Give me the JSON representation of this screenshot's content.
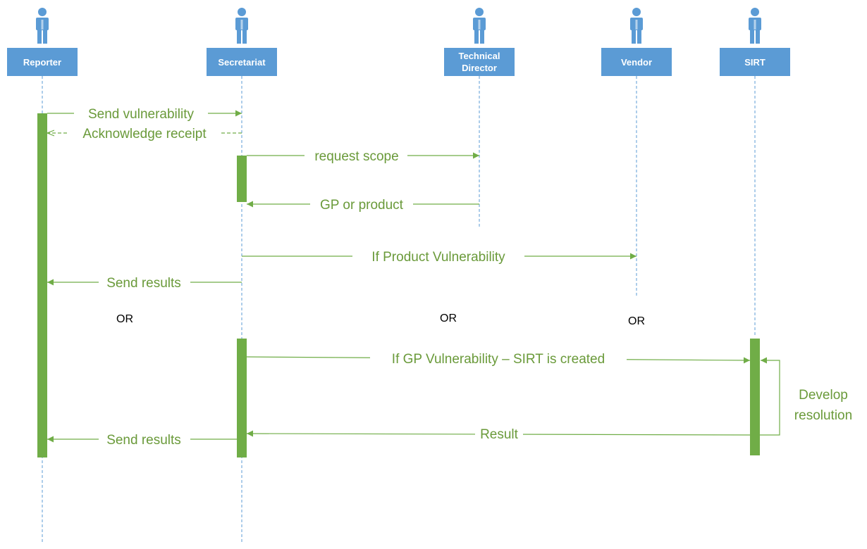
{
  "colors": {
    "actor_fill": "#5b9bd5",
    "actor_text": "#ffffff",
    "lifeline": "#5b9bd5",
    "activation": "#70ad47",
    "message": "#70ad47",
    "message_text": "#6a9a3a",
    "or_text": "#000000"
  },
  "actors": [
    {
      "id": "reporter",
      "label": "Reporter",
      "icon": "person-icon"
    },
    {
      "id": "secretariat",
      "label": "Secretariat",
      "icon": "person-icon"
    },
    {
      "id": "technical-director",
      "label": "Technical Director",
      "label_lines": [
        "Technical",
        "Director"
      ],
      "icon": "person-icon"
    },
    {
      "id": "vendor",
      "label": "Vendor",
      "icon": "person-icon"
    },
    {
      "id": "sirt",
      "label": "SIRT",
      "icon": "person-icon"
    }
  ],
  "messages": [
    {
      "id": "send-vulnerability",
      "from": "reporter",
      "to": "secretariat",
      "label": "Send vulnerability",
      "style": "solid"
    },
    {
      "id": "acknowledge-receipt",
      "from": "secretariat",
      "to": "reporter",
      "label": "Acknowledge receipt",
      "style": "dashed"
    },
    {
      "id": "request-scope",
      "from": "secretariat",
      "to": "technical-director",
      "label": "request scope",
      "style": "solid"
    },
    {
      "id": "gp-or-product",
      "from": "technical-director",
      "to": "secretariat",
      "label": "GP or product",
      "style": "solid"
    },
    {
      "id": "if-product-vulnerability",
      "from": "secretariat",
      "to": "vendor",
      "label": "If Product Vulnerability",
      "style": "solid"
    },
    {
      "id": "send-results-1",
      "from": "secretariat",
      "to": "reporter",
      "label": "Send results",
      "style": "solid"
    },
    {
      "id": "if-gp-vulnerability",
      "from": "secretariat",
      "to": "sirt",
      "label": "If GP Vulnerability – SIRT is created",
      "style": "solid"
    },
    {
      "id": "result",
      "from": "sirt",
      "to": "secretariat",
      "label": "Result",
      "style": "solid"
    },
    {
      "id": "send-results-2",
      "from": "secretariat",
      "to": "reporter",
      "label": "Send results",
      "style": "solid"
    }
  ],
  "self_message": {
    "actor": "sirt",
    "label": "Develop resolution",
    "label_lines": [
      "Develop",
      "resolution"
    ]
  },
  "or_labels": [
    "OR",
    "OR",
    "OR"
  ]
}
